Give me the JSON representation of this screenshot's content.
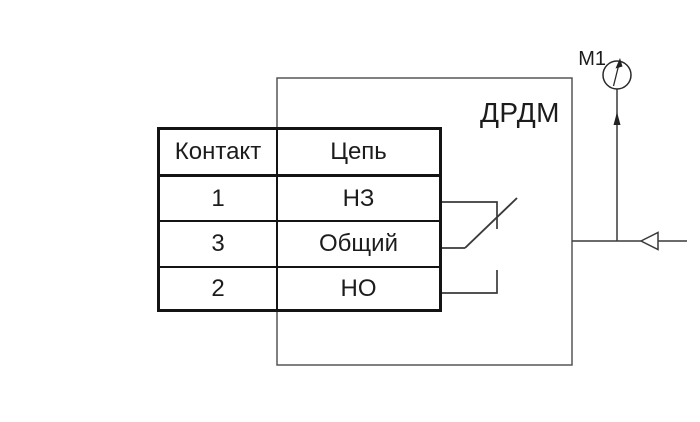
{
  "labels": {
    "device": "ДРДМ",
    "gauge": "М1"
  },
  "contact_table": {
    "headers": {
      "contact": "Контакт",
      "circuit": "Цепь"
    },
    "rows": [
      {
        "contact": "1",
        "circuit": "НЗ"
      },
      {
        "contact": "3",
        "circuit": "Общий"
      },
      {
        "contact": "2",
        "circuit": "НО"
      }
    ]
  },
  "switch_state": "blade-connects-common-to-nc",
  "colors": {
    "background": "#ffffff",
    "wire_line": "#3a3a3a",
    "table_border": "#141414",
    "text": "#1c1c1c"
  }
}
